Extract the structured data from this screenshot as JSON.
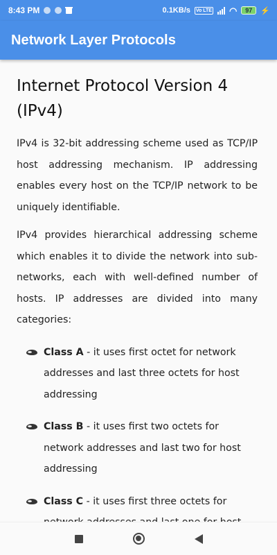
{
  "status_bar": {
    "time": "8:43 PM",
    "net_speed": "0.1KB/s",
    "volte": "Vo LTE",
    "battery": "97",
    "icons": [
      "notification-dot-icon",
      "notification-dot-icon",
      "trash-icon",
      "signal-icon",
      "wifi-icon",
      "battery-icon",
      "charging-bolt-icon"
    ]
  },
  "app_bar": {
    "title": "Network Layer Protocols"
  },
  "content": {
    "heading": "Internet Protocol Version 4 (IPv4)",
    "paragraphs": [
      "IPv4 is 32-bit addressing scheme used as TCP/IP host addressing mechanism. IP addressing enables every host on the TCP/IP network to be uniquely identifiable.",
      "IPv4 provides hierarchical addressing scheme which enables it to divide the network into sub-networks, each with well-defined number of hosts. IP addresses are divided into many categories:"
    ],
    "bullets": [
      {
        "label": "Class A",
        "text": " - it uses first octet for network addresses and last three octets for host addressing"
      },
      {
        "label": "Class B",
        "text": " - it uses first two octets for network addresses and last two for host addressing"
      },
      {
        "label": "Class C",
        "text": " - it uses first three octets for network addresses and last one for host addressing"
      }
    ]
  },
  "nav_bar": {
    "icons": [
      "recents-square-icon",
      "home-circle-icon",
      "back-triangle-icon"
    ]
  },
  "colors": {
    "primary": "#4a8fe8",
    "background": "#fafafa",
    "battery": "#7bd26a"
  }
}
